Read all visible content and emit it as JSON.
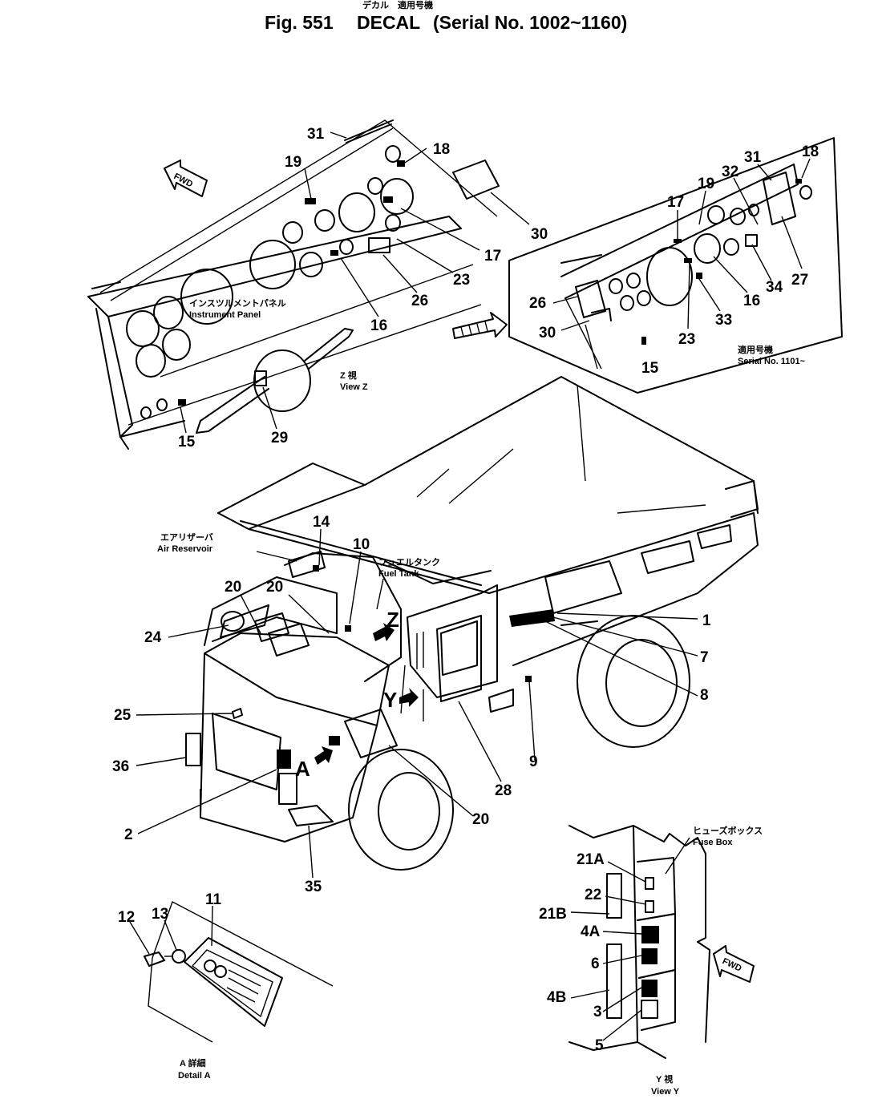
{
  "title": {
    "fig": "Fig. 551",
    "name": "DECAL",
    "serial": "(Serial No. 1002~1160)",
    "jp_top": "デカル　適用号機"
  },
  "instrument_panel": {
    "label_jp": "インスツルメントパネル",
    "label": "Instrument Panel",
    "view_jp": "Z 視",
    "view": "View Z",
    "fwd": "FWD"
  },
  "inset_panel": {
    "serial_jp": "適用号機",
    "serial": "Serial No. 1101~"
  },
  "machine": {
    "air_reservoir_jp": "エアリザーバ",
    "air_reservoir": "Air Reservoir",
    "fuel_tank_jp": "フュエルタンク",
    "fuel_tank": "Fuel Tank",
    "view_marks": {
      "z": "Z",
      "y": "Y",
      "a": "A"
    }
  },
  "detail_a": {
    "label_jp": "A 詳細",
    "label": "Detail A"
  },
  "view_y": {
    "label_jp": "Y 視",
    "label": "View Y",
    "fuse_box_jp": "ヒューズボックス",
    "fuse_box": "Fuse Box",
    "fwd": "FWD"
  },
  "callouts": {
    "c31a": "31",
    "c18a": "18",
    "c19a": "19",
    "c30a": "30",
    "c17a": "17",
    "c23a": "23",
    "c26a": "26",
    "c16a": "16",
    "c29": "29",
    "c15a": "15",
    "c17b": "17",
    "c19b": "19",
    "c32": "32",
    "c31b": "31",
    "c18b": "18",
    "c26b": "26",
    "c30b": "30",
    "c23b": "23",
    "c33": "33",
    "c16b": "16",
    "c34": "34",
    "c27": "27",
    "c15b": "15",
    "c14": "14",
    "c10": "10",
    "c20a": "20",
    "c20b": "20",
    "c24": "24",
    "c25": "25",
    "c36": "36",
    "c2": "2",
    "c35": "35",
    "c20c": "20",
    "c28": "28",
    "c9": "9",
    "c8": "8",
    "c7": "7",
    "c1": "1",
    "c12": "12",
    "c13": "13",
    "c11": "11",
    "c21a": "21A",
    "c22": "22",
    "c21b": "21B",
    "c4a": "4A",
    "c6": "6",
    "c4b": "4B",
    "c3": "3",
    "c5": "5"
  }
}
